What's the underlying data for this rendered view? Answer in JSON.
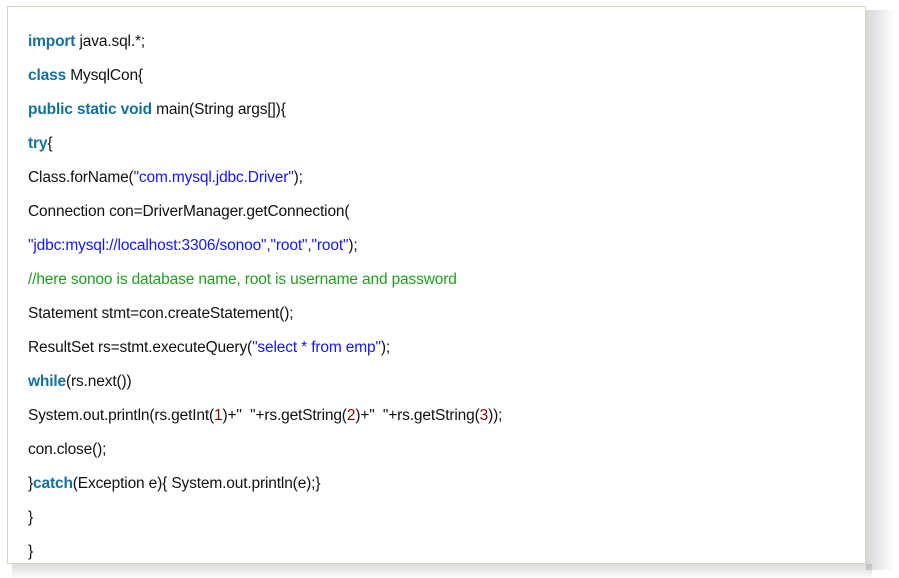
{
  "panel": {
    "name": "java-code-block",
    "language": "java",
    "border_color": "#d5d5c0",
    "background_color": "#ffffff"
  },
  "syntax_colors": {
    "keyword": "#1171a0",
    "string": "#1414ff",
    "number": "#9c0000",
    "comment": "#1da11d",
    "plain": "#111111"
  },
  "code": {
    "lines": [
      {
        "id": "line-1",
        "tokens": [
          {
            "t": "import",
            "k": "kw"
          },
          {
            "t": " java.sql.*;",
            "k": "plain"
          }
        ]
      },
      {
        "id": "line-2",
        "tokens": [
          {
            "t": "class",
            "k": "kw"
          },
          {
            "t": " MysqlCon{",
            "k": "plain"
          }
        ]
      },
      {
        "id": "line-3",
        "tokens": [
          {
            "t": "public static void",
            "k": "kw"
          },
          {
            "t": " main(String args[]){",
            "k": "plain"
          }
        ]
      },
      {
        "id": "line-4",
        "tokens": [
          {
            "t": "try",
            "k": "kw"
          },
          {
            "t": "{",
            "k": "plain"
          }
        ]
      },
      {
        "id": "line-5",
        "tokens": [
          {
            "t": "Class.forName(",
            "k": "plain"
          },
          {
            "t": "\"com.mysql.jdbc.Driver\"",
            "k": "str"
          },
          {
            "t": ");",
            "k": "plain"
          }
        ]
      },
      {
        "id": "line-6",
        "tokens": [
          {
            "t": "Connection con=DriverManager.getConnection(",
            "k": "plain"
          }
        ]
      },
      {
        "id": "line-7",
        "tokens": [
          {
            "t": "\"jdbc:mysql://localhost:3306/sonoo\",\"root\",\"root\"",
            "k": "str"
          },
          {
            "t": ");",
            "k": "plain"
          }
        ]
      },
      {
        "id": "line-8",
        "tokens": [
          {
            "t": "//here sonoo is database name, root is username and password",
            "k": "cmt"
          }
        ]
      },
      {
        "id": "line-9",
        "tokens": [
          {
            "t": "Statement stmt=con.createStatement();",
            "k": "plain"
          }
        ]
      },
      {
        "id": "line-10",
        "tokens": [
          {
            "t": "ResultSet rs=stmt.executeQuery(",
            "k": "plain"
          },
          {
            "t": "\"select * from emp\"",
            "k": "str"
          },
          {
            "t": ");",
            "k": "plain"
          }
        ]
      },
      {
        "id": "line-11",
        "tokens": [
          {
            "t": "while",
            "k": "kw"
          },
          {
            "t": "(rs.next())",
            "k": "plain"
          }
        ]
      },
      {
        "id": "line-12",
        "tokens": [
          {
            "t": "System.out.println(rs.getInt(",
            "k": "plain"
          },
          {
            "t": "1",
            "k": "num"
          },
          {
            "t": ")+\"  \"+rs.getString(",
            "k": "plain"
          },
          {
            "t": "2",
            "k": "num"
          },
          {
            "t": ")+\"  \"+rs.getString(",
            "k": "plain"
          },
          {
            "t": "3",
            "k": "num"
          },
          {
            "t": "));",
            "k": "plain"
          }
        ]
      },
      {
        "id": "line-13",
        "tokens": [
          {
            "t": "con.close();",
            "k": "plain"
          }
        ]
      },
      {
        "id": "line-14",
        "tokens": [
          {
            "t": "}",
            "k": "plain"
          },
          {
            "t": "catch",
            "k": "kw"
          },
          {
            "t": "(Exception e){ System.out.println(e);}",
            "k": "plain"
          }
        ]
      },
      {
        "id": "line-15",
        "tokens": [
          {
            "t": "}",
            "k": "plain"
          }
        ]
      },
      {
        "id": "line-16",
        "tokens": [
          {
            "t": "}",
            "k": "plain"
          }
        ]
      }
    ]
  }
}
